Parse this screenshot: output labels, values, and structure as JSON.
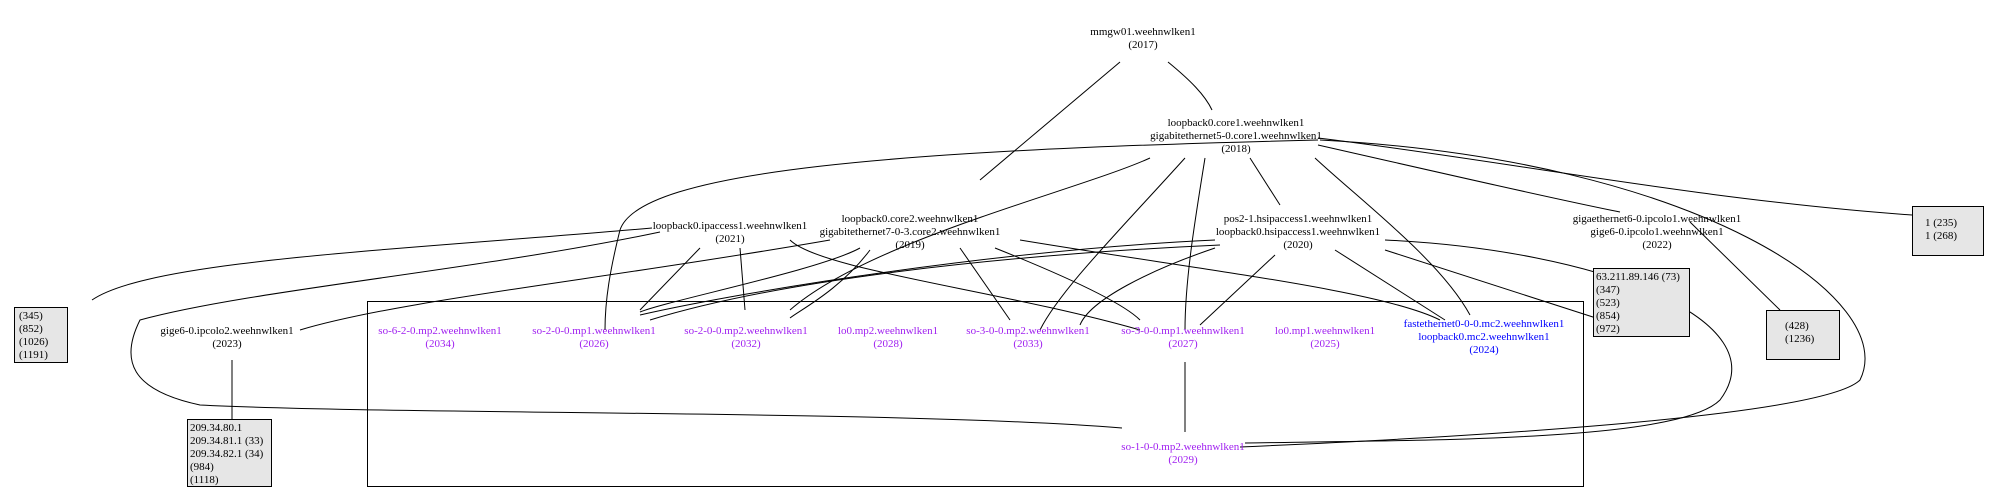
{
  "nodes": {
    "mmgw01": {
      "lines": [
        "mmgw01.weehnwlken1",
        "(2017)"
      ]
    },
    "core1": {
      "lines": [
        "loopback0.core1.weehnwlken1",
        "gigabitethernet5-0.core1.weehnwlken1",
        "(2018)"
      ]
    },
    "ipaccess1": {
      "lines": [
        "loopback0.ipaccess1.weehnwlken1",
        "(2021)"
      ]
    },
    "core2": {
      "lines": [
        "loopback0.core2.weehnwlken1",
        "gigabitethernet7-0-3.core2.weehnwlken1",
        "(2019)"
      ]
    },
    "hsipaccess1": {
      "lines": [
        "pos2-1.hsipaccess1.weehnwlken1",
        "loopback0.hsipaccess1.weehnwlken1",
        "(2020)"
      ]
    },
    "ipcolo1": {
      "lines": [
        "gigaethernet6-0.ipcolo1.weehnwlken1",
        "gige6-0.ipcolo1.weehnwlken1",
        "(2022)"
      ]
    },
    "ipcolo2": {
      "lines": [
        "gige6-0.ipcolo2.weehnwlken1",
        "(2023)"
      ]
    },
    "so6_2_0": {
      "lines": [
        "so-6-2-0.mp2.weehnwlken1",
        "(2034)"
      ]
    },
    "so2_0_0_mp1": {
      "lines": [
        "so-2-0-0.mp1.weehnwlken1",
        "(2026)"
      ]
    },
    "so2_0_0_mp2": {
      "lines": [
        "so-2-0-0.mp2.weehnwlken1",
        "(2032)"
      ]
    },
    "lo0_mp2": {
      "lines": [
        "lo0.mp2.weehnwlken1",
        "(2028)"
      ]
    },
    "so3_0_0_mp2": {
      "lines": [
        "so-3-0-0.mp2.weehnwlken1",
        "(2033)"
      ]
    },
    "so3_0_0_mp1": {
      "lines": [
        "so-3-0-0.mp1.weehnwlken1",
        "(2027)"
      ]
    },
    "lo0_mp1": {
      "lines": [
        "lo0.mp1.weehnwlken1",
        "(2025)"
      ]
    },
    "fe_mc2": {
      "lines": [
        "fastethernet0-0-0.mc2.weehnwlken1",
        "loopback0.mc2.weehnwlken1",
        "(2024)"
      ]
    },
    "so1_0_0": {
      "lines": [
        "so-1-0-0.mp2.weehnwlken1",
        "(2029)"
      ]
    }
  },
  "boxes": {
    "left_box": [
      "(345)",
      "(852)",
      "(1026)",
      "(1191)"
    ],
    "bottom_box": [
      "209.34.80.1",
      "209.34.81.1 (33)",
      "209.34.82.1 (34)",
      "(984)",
      "(1118)"
    ],
    "mid_right_box": [
      "63.211.89.146 (73)",
      "(347)",
      "(523)",
      "(854)",
      "(972)"
    ],
    "right_box": [
      "(428)",
      "(1236)"
    ],
    "far_right_box": [
      "1 (235)",
      "1 (268)"
    ]
  },
  "colors": {
    "mp": "#a020f0",
    "mc": "#0000ff",
    "box_fill": "#e6e6e6"
  }
}
